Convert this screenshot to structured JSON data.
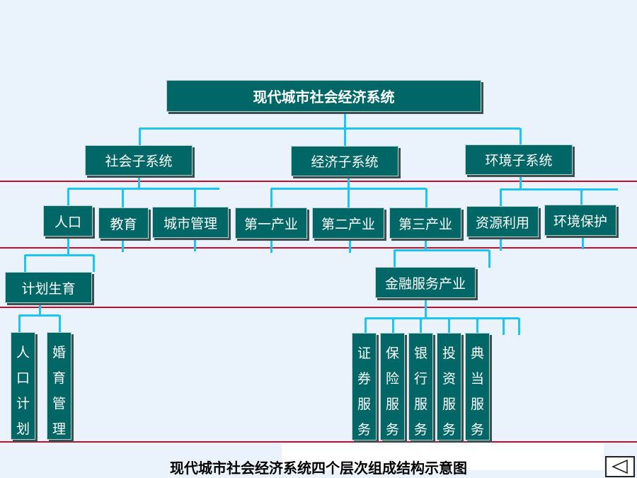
{
  "nodes": {
    "root": "现代城市社会经济系统",
    "social": "社会子系统",
    "economic": "经济子系统",
    "environment": "环境子系统",
    "population": "人口",
    "education": "教育",
    "urban_mgmt": "城市管理",
    "primary": "第一产业",
    "secondary": "第二产业",
    "tertiary": "第三产业",
    "resource_use": "资源利用",
    "env_protection": "环境保护",
    "family_planning": "计划生育",
    "finance": "金融服务产业",
    "population_plan": [
      "人",
      "口",
      "计",
      "划"
    ],
    "marriage_mgmt": [
      "婚",
      "育",
      "管",
      "理"
    ],
    "securities": [
      "证",
      "券",
      "服",
      "务"
    ],
    "insurance": [
      "保",
      "险",
      "服",
      "务"
    ],
    "bank": [
      "银",
      "行",
      "服",
      "务"
    ],
    "investment": [
      "投",
      "资",
      "服",
      "务"
    ],
    "pawn": [
      "典",
      "当",
      "服",
      "务"
    ]
  },
  "caption": "现代城市社会经济系统四个层次组成结构示意图",
  "colors": {
    "node_fill": "#006666",
    "node_text": "#ffffff",
    "connector": "#1ec4f0",
    "level_divider": "#c8102e",
    "background": "#eaf3fb"
  },
  "icons": {
    "back_button": "triangle-left-icon"
  }
}
